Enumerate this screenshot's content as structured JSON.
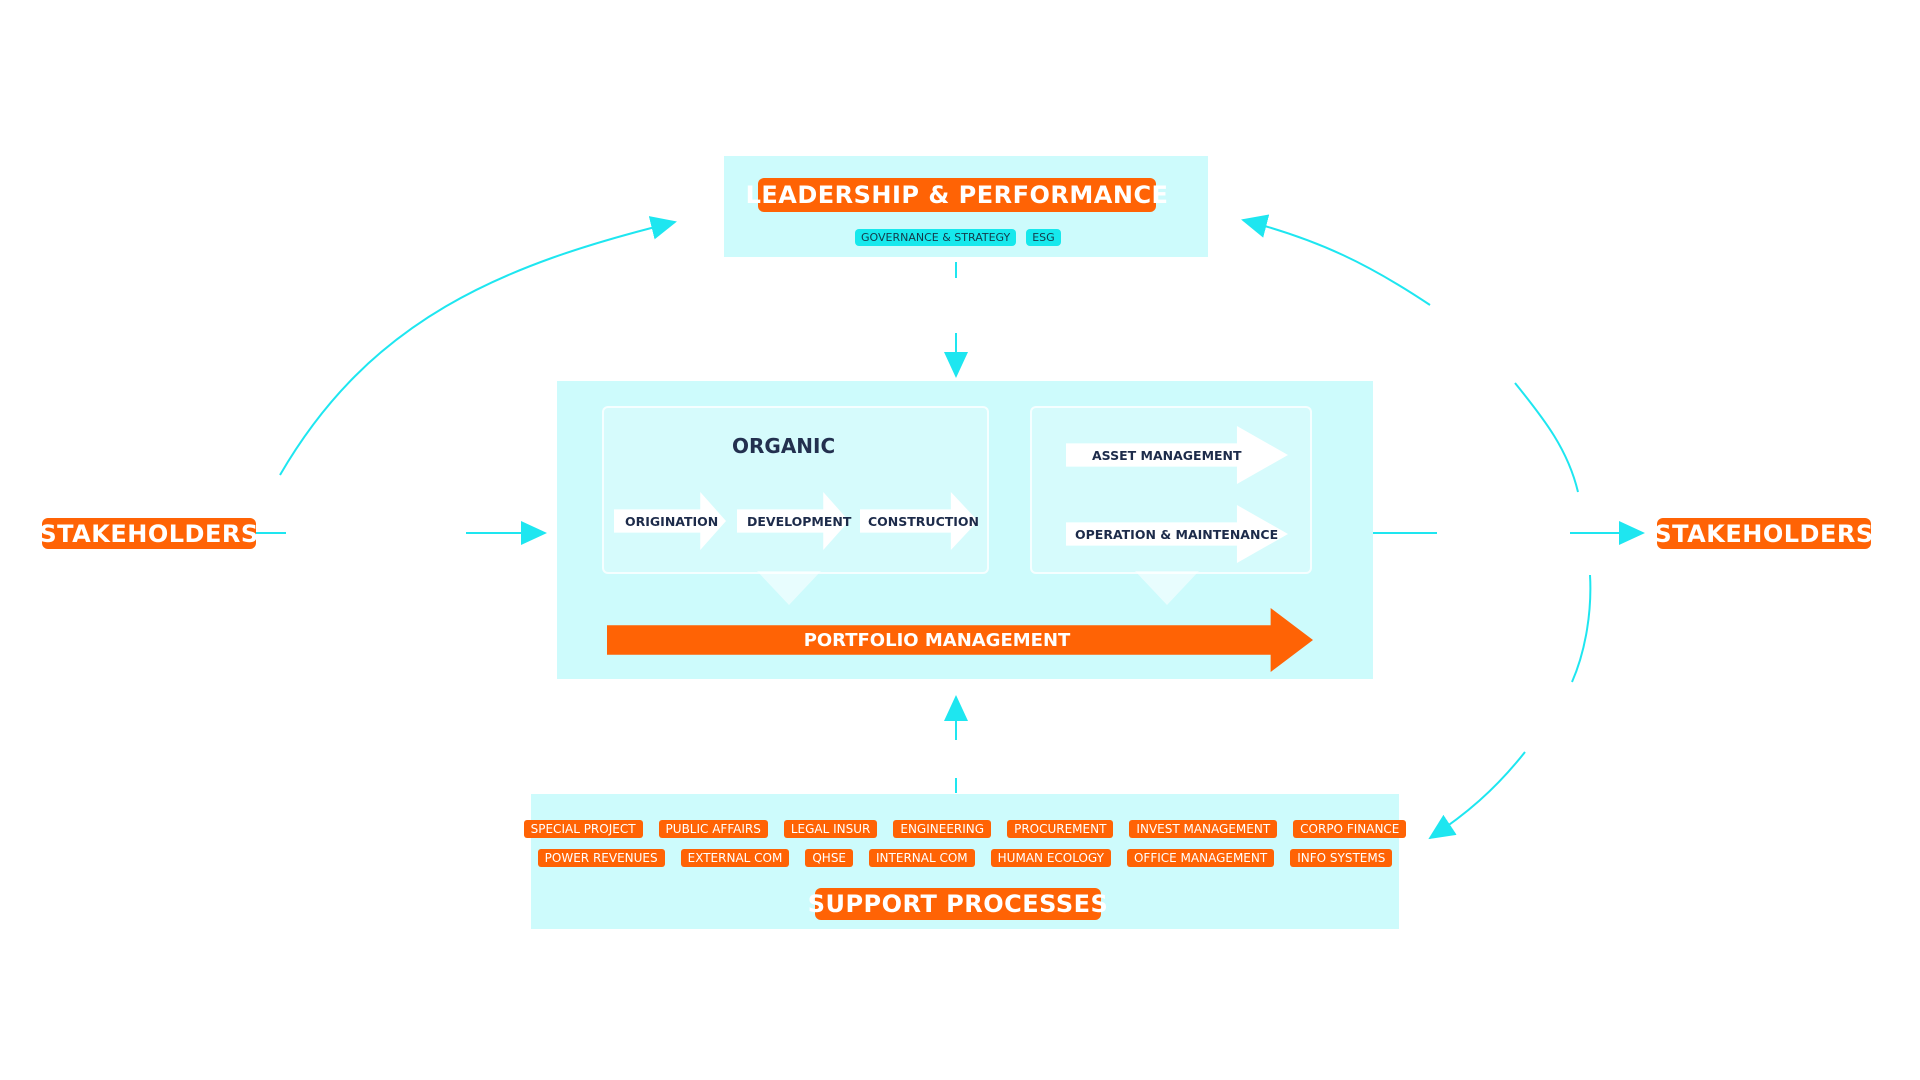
{
  "leadership": {
    "title": "LEADERSHIP & PERFORMANCE",
    "tags": [
      "GOVERNANCE & STRATEGY",
      "ESG"
    ]
  },
  "stakeholders": {
    "left": "STAKEHOLDERS",
    "right": "STAKEHOLDERS"
  },
  "organic": {
    "title": "ORGANIC",
    "steps": [
      "ORIGINATION",
      "DEVELOPMENT",
      "CONSTRUCTION"
    ]
  },
  "operations": {
    "items": [
      "ASSET MANAGEMENT",
      "OPERATION & MAINTENANCE"
    ]
  },
  "portfolio": {
    "label": "PORTFOLIO MANAGEMENT"
  },
  "support": {
    "title": "SUPPORT PROCESSES",
    "row1": [
      "SPECIAL PROJECT",
      "PUBLIC AFFAIRS",
      "LEGAL INSUR",
      "ENGINEERING",
      "PROCUREMENT",
      "INVEST MANAGEMENT",
      "CORPO FINANCE"
    ],
    "row2": [
      "POWER REVENUES",
      "EXTERNAL COM",
      "QHSE",
      "INTERNAL COM",
      "HUMAN ECOLOGY",
      "OFFICE MANAGEMENT",
      "INFO SYSTEMS"
    ]
  },
  "colors": {
    "orange": "#ff6305",
    "cyan_line": "#1ee6f0",
    "panel_bg": "#cdfbfc",
    "tag_bg": "#16e8ec"
  }
}
